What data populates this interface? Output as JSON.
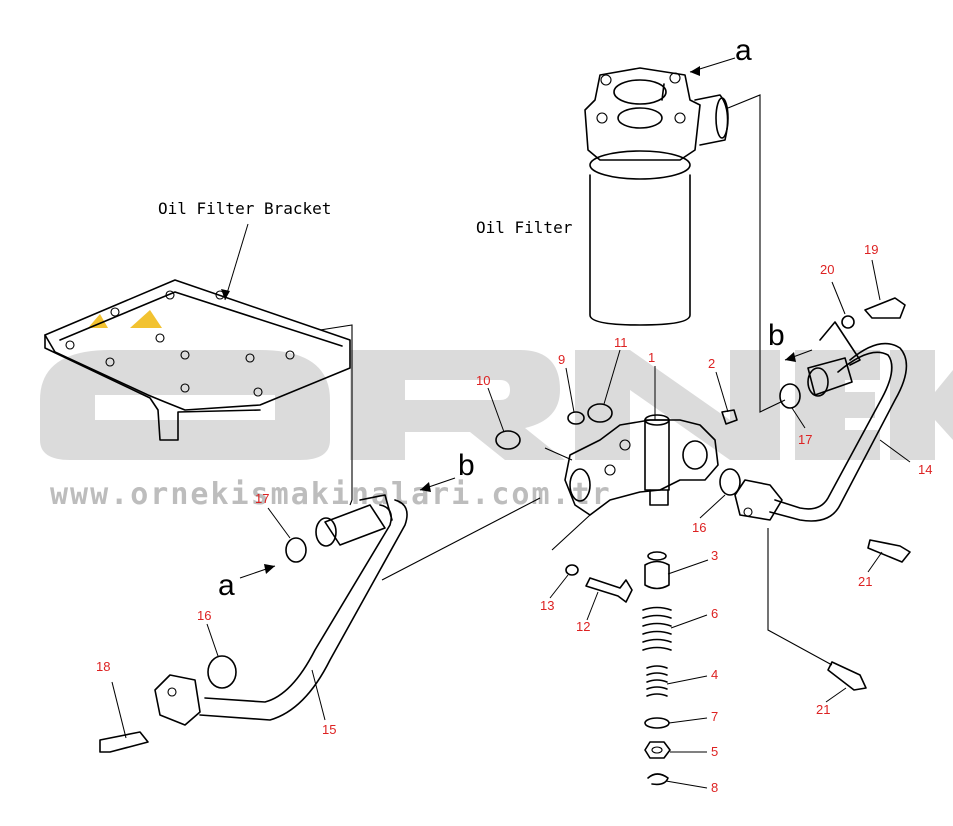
{
  "labels": {
    "oil_filter": "Oil Filter",
    "oil_filter_bracket": "Oil Filter Bracket",
    "ref_a_top": "a",
    "ref_b_right": "b",
    "ref_b_left": "b",
    "ref_a_left": "a"
  },
  "watermark": {
    "brand": "ÖRNEK",
    "url": "www.ornekismakinalari.com.tr"
  },
  "parts": {
    "p1": "1",
    "p2": "2",
    "p3": "3",
    "p4": "4",
    "p5": "5",
    "p6": "6",
    "p7": "7",
    "p8": "8",
    "p9": "9",
    "p10": "10",
    "p11": "11",
    "p12": "12",
    "p13": "13",
    "p14": "14",
    "p15": "15",
    "p16a": "16",
    "p16b": "16",
    "p17a": "17",
    "p17b": "17",
    "p18": "18",
    "p19": "19",
    "p20": "20",
    "p21a": "21",
    "p21b": "21"
  },
  "colors": {
    "part_number": "#dd2222",
    "watermark": "#cfcfcf",
    "accent": "#f2c230"
  }
}
